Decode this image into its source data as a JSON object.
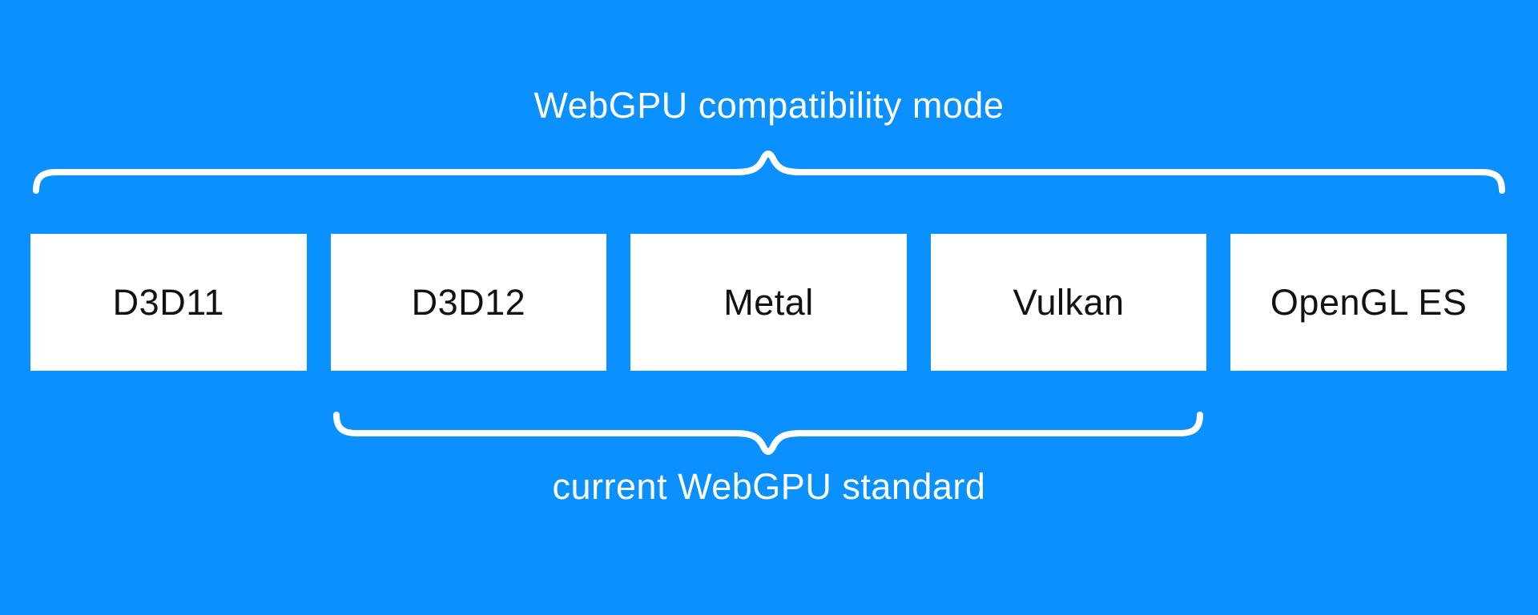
{
  "diagram": {
    "top_group": {
      "label": "WebGPU compatibility mode"
    },
    "bottom_group": {
      "label": "current WebGPU standard"
    },
    "boxes": [
      {
        "label": "D3D11"
      },
      {
        "label": "D3D12"
      },
      {
        "label": "Metal"
      },
      {
        "label": "Vulkan"
      },
      {
        "label": "OpenGL ES"
      }
    ],
    "bottom_group_span": [
      "D3D12",
      "Metal",
      "Vulkan"
    ],
    "colors": {
      "background": "#0a90ff",
      "brace": "#ffffff",
      "label_text": "#ffffff",
      "box_fill": "#ffffff",
      "box_text": "#111111"
    }
  }
}
